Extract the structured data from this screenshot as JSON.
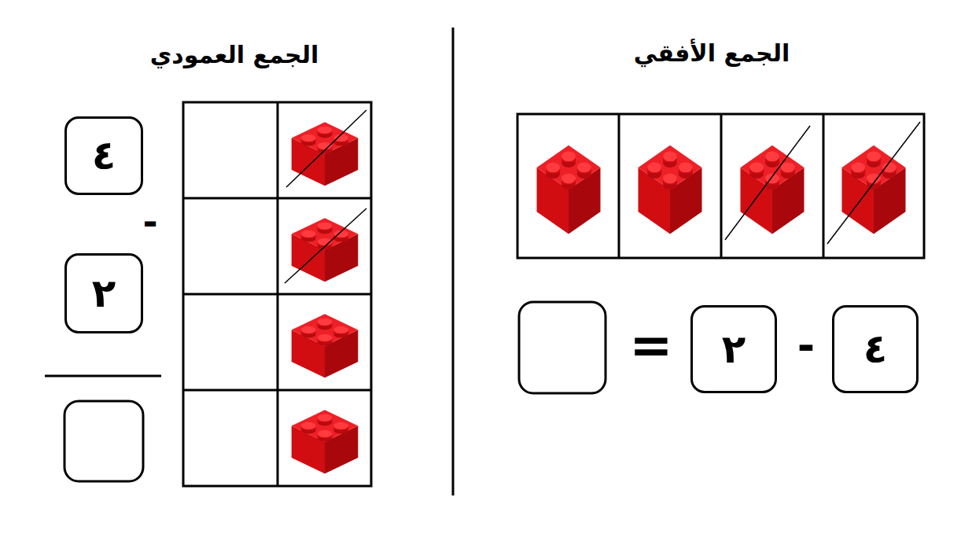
{
  "diagram": {
    "nodes": [
      {
        "text": [
          "٤"
        ]
      },
      {
        "text": [
          "٢"
        ]
      },
      {
        "text": [
          "٤"
        ]
      },
      {
        "text": [
          "٢"
        ]
      }
    ],
    "labels": [
      "الجمع العمودي",
      "-",
      "الجمع الأفقي",
      "=",
      "-"
    ]
  }
}
